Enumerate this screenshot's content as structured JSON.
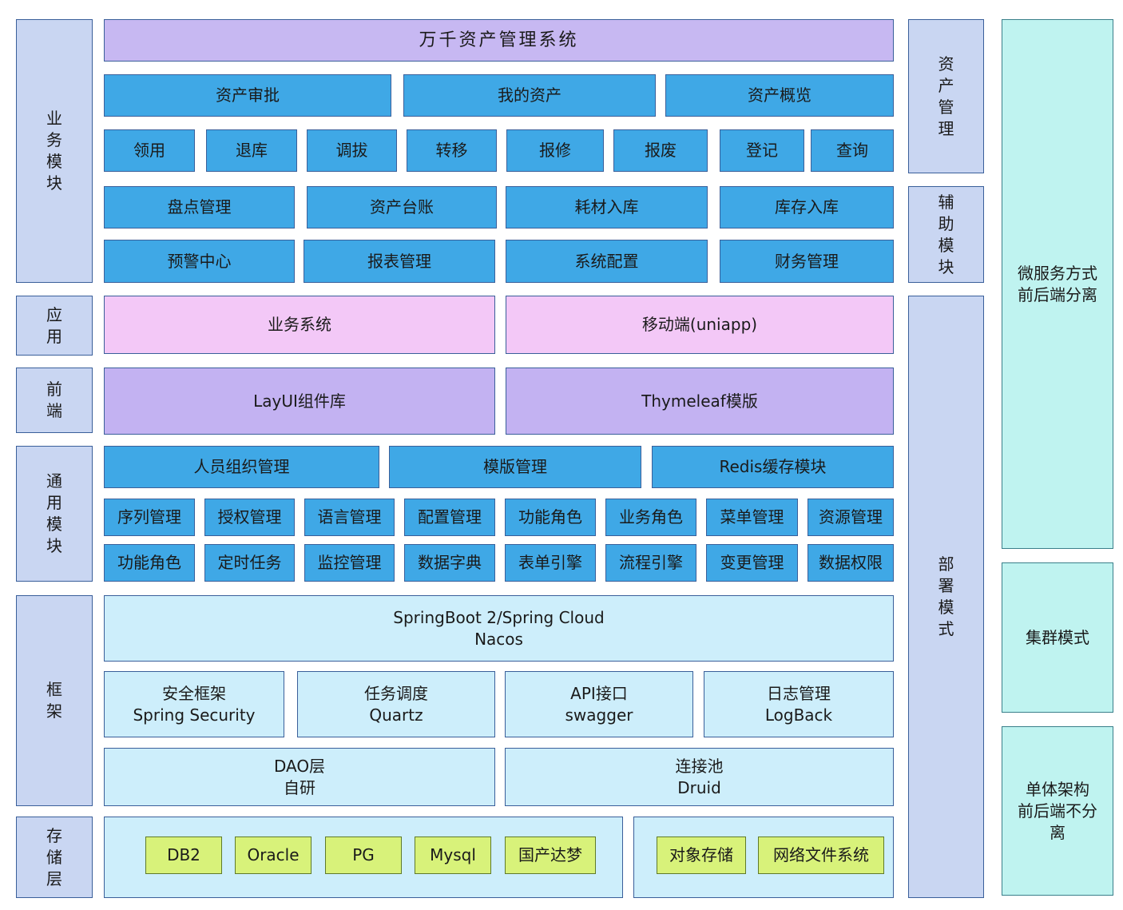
{
  "left_labels": {
    "business": "业\n务\n模\n块",
    "app": "应\n用",
    "frontend": "前\n端",
    "common": "通\n用\n模\n块",
    "framework": "框\n架",
    "storage": "存\n储\n层"
  },
  "title": "万千资产管理系统",
  "business": {
    "row1": [
      "资产审批",
      "我的资产",
      "资产概览"
    ],
    "row2": [
      "领用",
      "退库",
      "调拔",
      "转移",
      "报修",
      "报废",
      "登记",
      "查询"
    ],
    "row3": [
      "盘点管理",
      "资产台账",
      "耗材入库",
      "库存入库"
    ],
    "row4": [
      "预警中心",
      "报表管理",
      "系统配置",
      "财务管理"
    ]
  },
  "app": [
    "业务系统",
    "移动端(uniapp)"
  ],
  "frontend": [
    "LayUI组件库",
    "Thymeleaf模版"
  ],
  "common": {
    "row1": [
      "人员组织管理",
      "模版管理",
      "Redis缓存模块"
    ],
    "row2": [
      "序列管理",
      "授权管理",
      "语言管理",
      "配置管理",
      "功能角色",
      "业务角色",
      "菜单管理",
      "资源管理"
    ],
    "row3": [
      "功能角色",
      "定时任务",
      "监控管理",
      "数据字典",
      "表单引擎",
      "流程引擎",
      "变更管理",
      "数据权限"
    ]
  },
  "framework": {
    "core": "SpringBoot 2/Spring Cloud\nNacos",
    "row2": [
      "安全框架\nSpring Security",
      "任务调度\nQuartz",
      "API接口\nswagger",
      "日志管理\nLogBack"
    ],
    "row3": [
      "DAO层\n自研",
      "连接池\nDruid"
    ]
  },
  "storage": {
    "db": [
      "DB2",
      "Oracle",
      "PG",
      "Mysql",
      "国产达梦"
    ],
    "file": [
      "对象存储",
      "网络文件系统"
    ]
  },
  "right_labels": {
    "asset_mgmt": "资\n产\n管\n理",
    "aux": "辅\n助\n模\n块",
    "deploy": "部\n署\n模\n式"
  },
  "deploy_modes": [
    "微服务方式\n前后端分离",
    "集群模式",
    "单体架构\n前后端不分\n离"
  ]
}
